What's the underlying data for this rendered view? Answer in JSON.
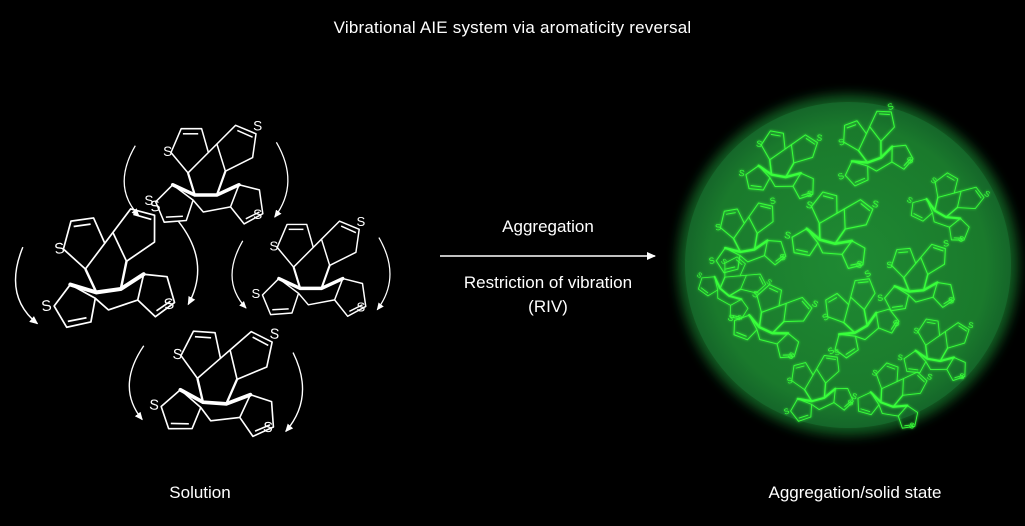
{
  "title": "Vibrational AIE system via aromaticity reversal",
  "arrow": {
    "above": "Aggregation",
    "below_line1": "Restriction of vibration",
    "below_line2": "(RIV)"
  },
  "captions": {
    "left": "Solution",
    "right": "Aggregation/solid state"
  },
  "atom_label": "S",
  "colors": {
    "background": "#000000",
    "molecule_solution": "#ffffff",
    "molecule_aggregate": "#39ff3a",
    "aggregate_disc": "#1a7a2c"
  }
}
